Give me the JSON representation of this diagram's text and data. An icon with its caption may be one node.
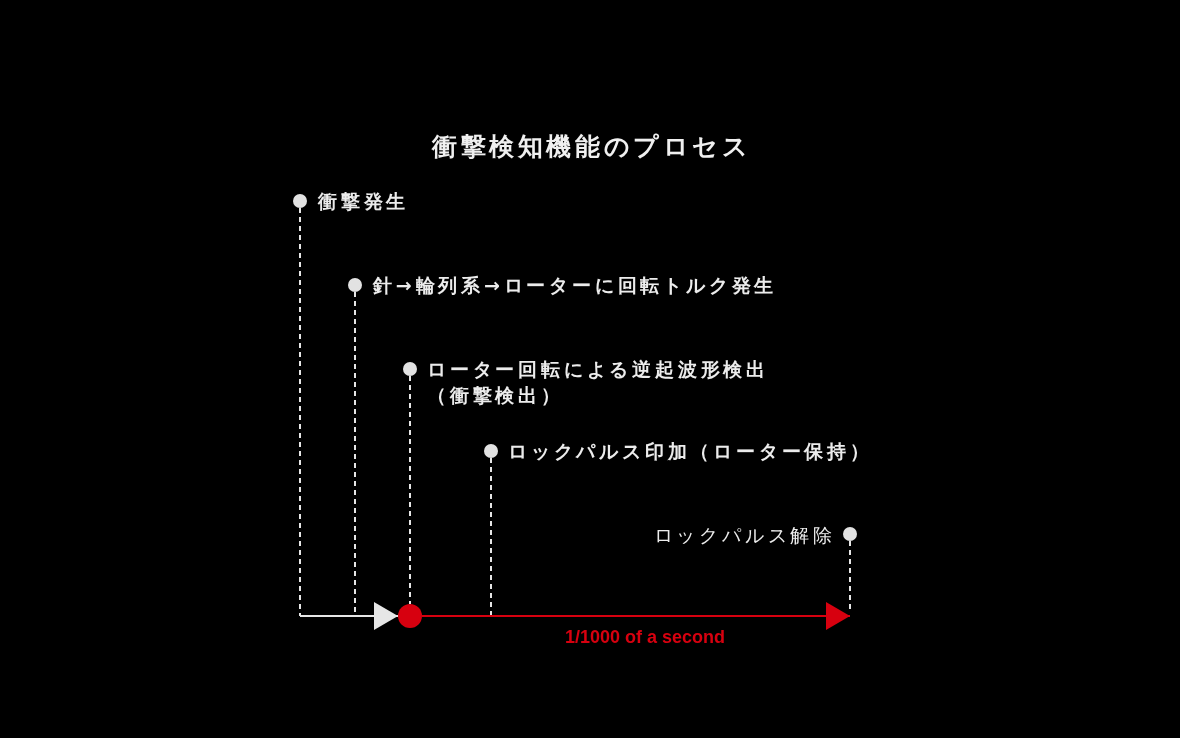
{
  "diagram": {
    "title": "衝撃検知機能のプロセス",
    "nodes": [
      {
        "text": [],
        "shape": "circle",
        "beside": [
          "衝撃発生"
        ]
      },
      {
        "text": [],
        "shape": "circle",
        "beside": [
          "針→輪列系→ローターに回転トルク発生"
        ]
      },
      {
        "text": [],
        "shape": "circle",
        "beside": [
          "ローター回転による逆起波形検出（衝撃検出）"
        ]
      },
      {
        "text": [],
        "shape": "circle",
        "beside": [
          "ロックパルス印加（ローター保持）"
        ]
      },
      {
        "text": [],
        "shape": "circle",
        "beside": [
          "ロックパルス解除"
        ]
      },
      {
        "text": [],
        "shape": "circle"
      }
    ],
    "edges": [
      {
        "from": 0,
        "to": null,
        "arrow": "none",
        "style": "dashed"
      },
      {
        "from": 1,
        "to": null,
        "arrow": "none",
        "style": "dashed"
      },
      {
        "from": 2,
        "to": 5,
        "arrow": "none",
        "style": "dashed"
      },
      {
        "from": 3,
        "to": null,
        "arrow": "none",
        "style": "dashed"
      },
      {
        "from": 4,
        "to": null,
        "arrow": "none",
        "style": "dashed"
      },
      {
        "from": null,
        "to": 5,
        "arrow": "to"
      },
      {
        "from": 5,
        "to": null,
        "arrow": "to",
        "color": "#d7000f",
        "label": "1/1000 of a second"
      }
    ]
  }
}
